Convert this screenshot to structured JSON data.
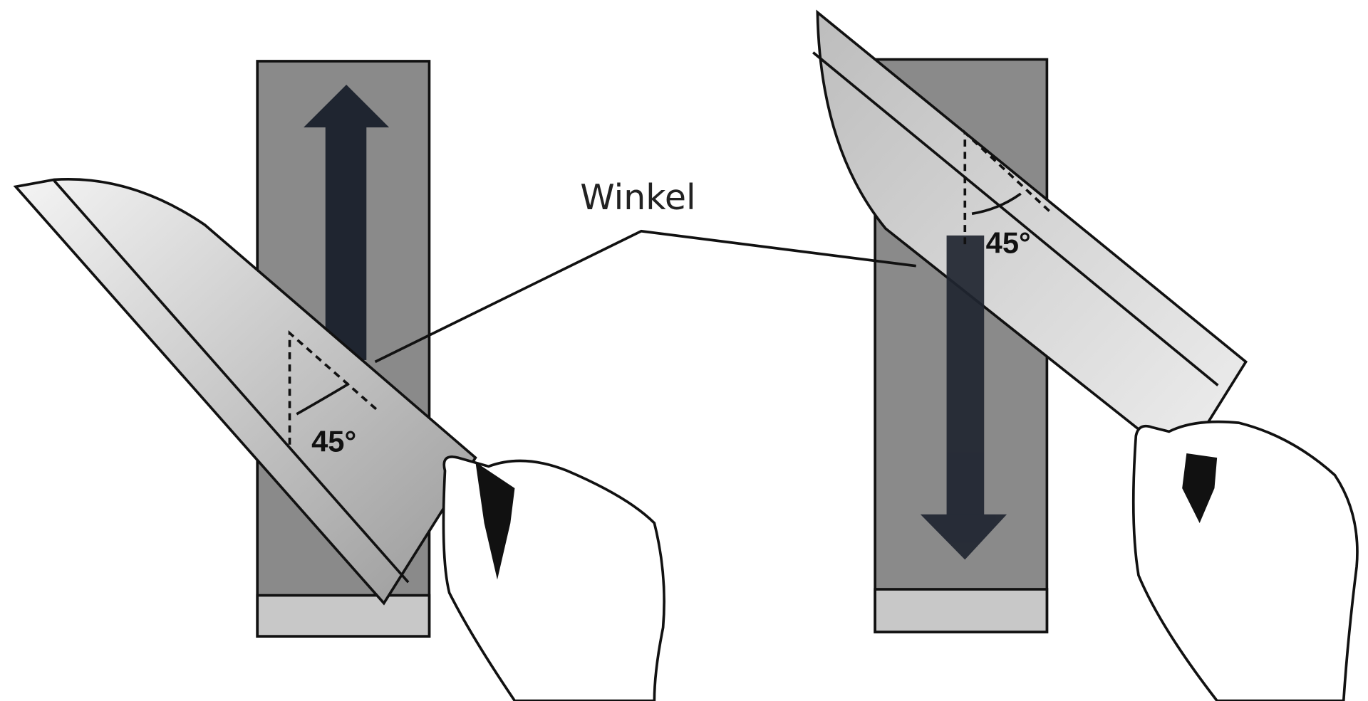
{
  "diagram": {
    "callout_label": "Winkel",
    "left": {
      "angle_label": "45°",
      "direction": "up"
    },
    "right": {
      "angle_label": "45°",
      "direction": "down"
    }
  },
  "colors": {
    "stone": "#8a8a8a",
    "stone_base": "#c8c8c8",
    "arrow": "#1f2530",
    "blade": "#d8d8d8",
    "outline": "#111111"
  }
}
